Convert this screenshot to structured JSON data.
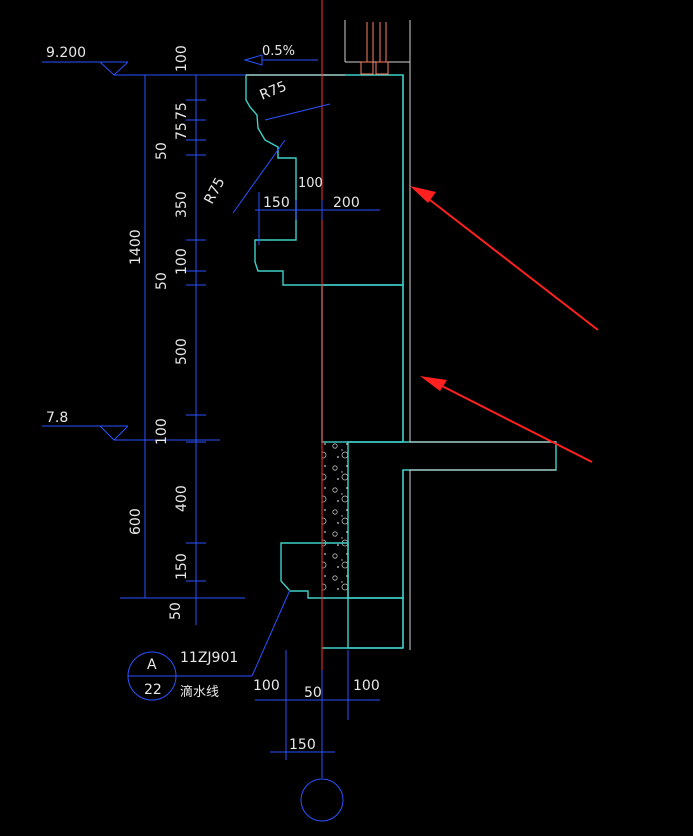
{
  "levels": {
    "top": "9.200",
    "mid": "7.8"
  },
  "slope": "0.5%",
  "radius_top": "R75",
  "radius_left": "R75",
  "vertical_dims": {
    "total_outer": "1400",
    "outer_low": "600",
    "inner": [
      "100",
      "75",
      "75",
      "50",
      "350",
      "100",
      "50",
      "500",
      "100",
      "400",
      "150",
      "50"
    ]
  },
  "horizontal_dims": {
    "cornice_left": "150",
    "cornice_right": "200",
    "inner_100": "100",
    "bottom_left": "100",
    "bottom_mid": "50",
    "bottom_right": "100",
    "bottom_total": "150"
  },
  "detail_ref": {
    "code": "11ZJ901",
    "top": "A",
    "bottom": "22",
    "label": "滴水线"
  },
  "colors": {
    "background": "#000000",
    "dimension": "#2a52ff",
    "wall": "#3fd0c8",
    "arrow": "#ff2020",
    "axis": "#ff3030",
    "text": "#e8e8e8"
  }
}
